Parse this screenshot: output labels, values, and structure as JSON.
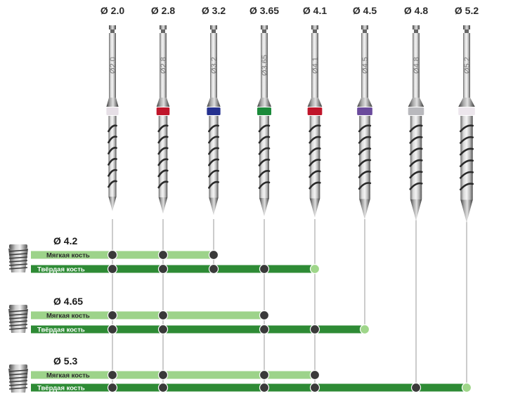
{
  "drills": [
    {
      "label": "Ø 2.0",
      "shank_text": "Ø2.0",
      "ring": "#e6dfe6"
    },
    {
      "label": "Ø 2.8",
      "shank_text": "Ø2.8",
      "ring": "#c0152a"
    },
    {
      "label": "Ø 3.2",
      "shank_text": "Ø3.2",
      "ring": "#24308f"
    },
    {
      "label": "Ø 3.65",
      "shank_text": "Ø3.65",
      "ring": "#1b8a3a"
    },
    {
      "label": "Ø 4.1",
      "shank_text": "Ø4.1",
      "ring": "#c0152a"
    },
    {
      "label": "Ø 4.5",
      "shank_text": "Ø4.5",
      "ring": "#6a4a9c"
    },
    {
      "label": "Ø 4.8",
      "shank_text": "Ø4.8",
      "ring": "#b9b9bd"
    },
    {
      "label": "Ø 5.2",
      "shank_text": "Ø5.2",
      "ring": "#ece6ec"
    }
  ],
  "implants": [
    {
      "label": "Ø 4.2",
      "soft": {
        "label": "Мягкая кость",
        "drills": [
          0,
          1,
          2
        ]
      },
      "hard": {
        "label": "Твёрдая кость",
        "drills": [
          0,
          1,
          2,
          3,
          4
        ]
      }
    },
    {
      "label": "Ø 4.65",
      "soft": {
        "label": "Мягкая кость",
        "drills": [
          0,
          1,
          3
        ]
      },
      "hard": {
        "label": "Твёрдая кость",
        "drills": [
          0,
          1,
          3,
          4,
          5
        ]
      }
    },
    {
      "label": "Ø 5.3",
      "soft": {
        "label": "Мягкая кость",
        "drills": [
          0,
          1,
          3,
          4
        ]
      },
      "hard": {
        "label": "Твёрдая кость",
        "drills": [
          0,
          1,
          3,
          4,
          6,
          7
        ]
      }
    }
  ],
  "colors": {
    "soft_bar": "#9dd38a",
    "hard_bar": "#2e8b35",
    "node_dark": "#3a3a3a",
    "node_end": "#9fd68a",
    "soft_label": "#2b2b2b",
    "hard_label": "#ffffff"
  }
}
